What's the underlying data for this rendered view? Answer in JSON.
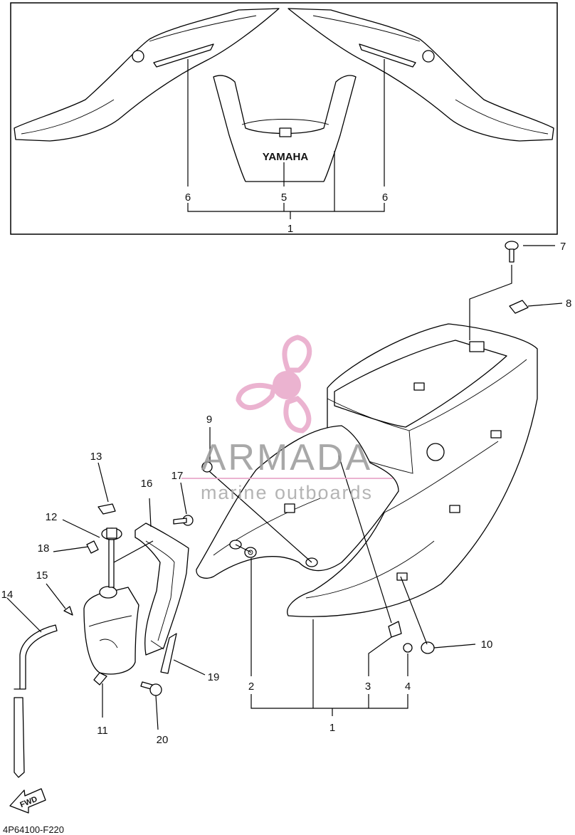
{
  "watermark": {
    "brand": "ARMADA",
    "tagline": "marine outboards",
    "logo_color": "#e8a6c8"
  },
  "inset": {
    "labels": [
      "6",
      "5",
      "6",
      "1"
    ],
    "emblem_text": "YAMAHA"
  },
  "callouts": [
    "7",
    "8",
    "9",
    "13",
    "17",
    "16",
    "12",
    "18",
    "15",
    "14",
    "10",
    "19",
    "2",
    "3",
    "4",
    "1",
    "11",
    "20"
  ],
  "fwd_label": "FWD",
  "diagram_code": "4P64100-F220"
}
